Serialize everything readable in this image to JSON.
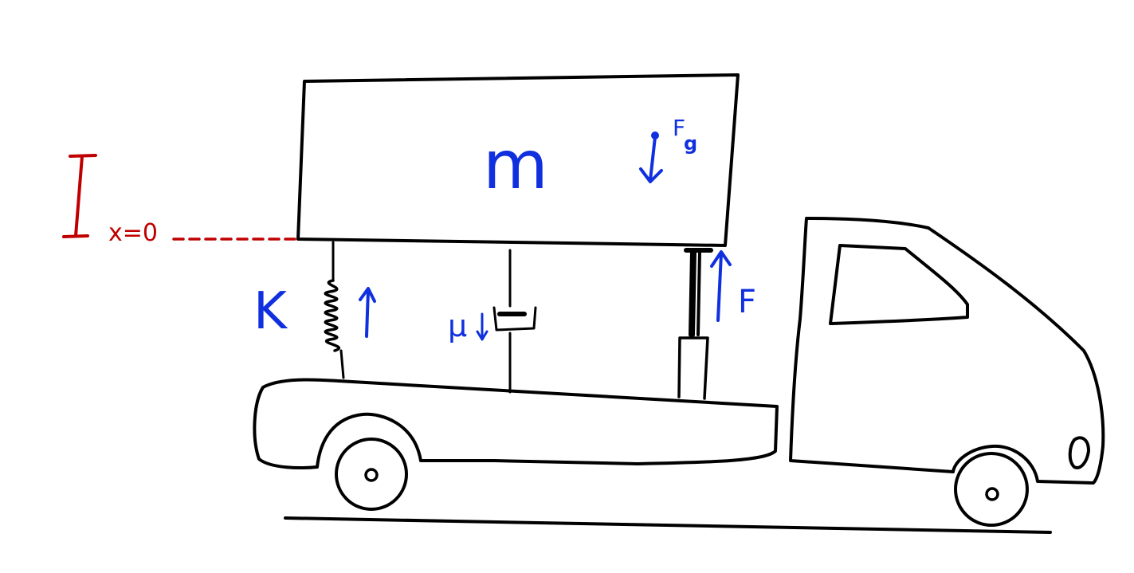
{
  "labels": {
    "mass": "m",
    "gravity_force": "F",
    "gravity_subscript": "g",
    "spring_constant": "K",
    "damping": "μ",
    "actuator_force": "F",
    "origin": "x=0"
  },
  "colors": {
    "ink": "#000000",
    "blue": "#1030e0",
    "red": "#c00000"
  }
}
